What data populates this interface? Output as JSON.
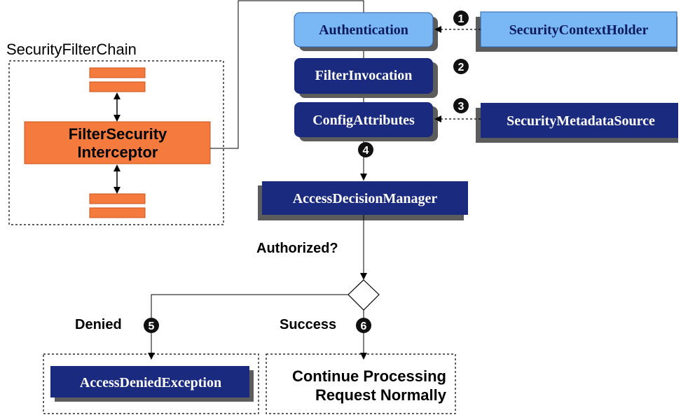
{
  "colors": {
    "orange": "#f47a3e",
    "orange_border": "#c9571f",
    "navy": "#1a2a7e",
    "light_blue": "#7ab8f5",
    "shadow": "#5c5c5c",
    "step_badge": "#111111"
  },
  "chain": {
    "title": "SecurityFilterChain",
    "interceptor_line1": "FilterSecurity",
    "interceptor_line2": "Interceptor"
  },
  "nodes": {
    "authentication": "Authentication",
    "filter_invocation": "FilterInvocation",
    "config_attributes": "ConfigAttributes",
    "security_context_holder": "SecurityContextHolder",
    "security_metadata_source": "SecurityMetadataSource",
    "access_decision_manager": "AccessDecisionManager",
    "access_denied_exception": "AccessDeniedException"
  },
  "decision": {
    "question": "Authorized?",
    "denied": "Denied",
    "success": "Success"
  },
  "outcome": {
    "line1": "Continue Processing",
    "line2": "Request Normally"
  },
  "steps": [
    "1",
    "2",
    "3",
    "4",
    "5",
    "6"
  ]
}
